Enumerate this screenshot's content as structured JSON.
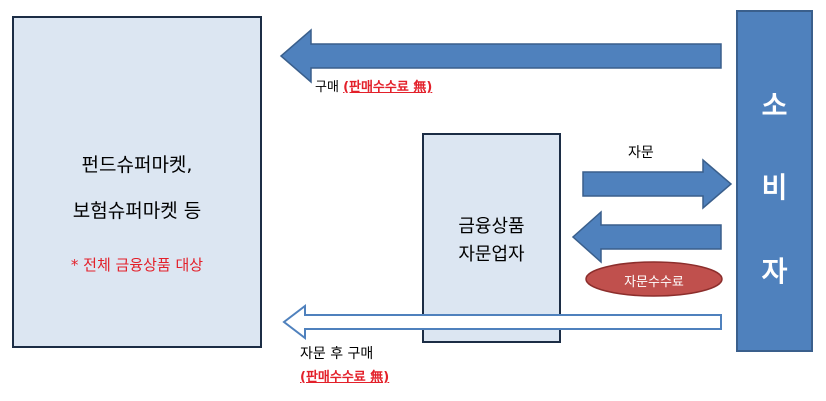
{
  "left_box": {
    "line1": "펀드슈퍼마켓,",
    "line2": "보험슈퍼마켓 등",
    "note": "* 전체 금융상품 대상"
  },
  "middle_box": {
    "line1": "금융상품",
    "line2": "자문업자"
  },
  "consumer": {
    "chars": [
      "소",
      "비",
      "자"
    ]
  },
  "arrows": {
    "top_label_prefix": "구매 ",
    "top_label_emph": "(판매수수료 無)",
    "advice_label": "자문",
    "fee_badge": "자문수수료",
    "bottom_label": "자문 후 구매",
    "bottom_label_emph": "(판매수수료 無)"
  },
  "colors": {
    "box_fill": "#dce6f2",
    "border": "#1c2d45",
    "arrow_blue": "#4f81bd",
    "consumer_blue": "#4f81bd",
    "red_text": "#e3202a",
    "badge_red": "#c0504d"
  }
}
